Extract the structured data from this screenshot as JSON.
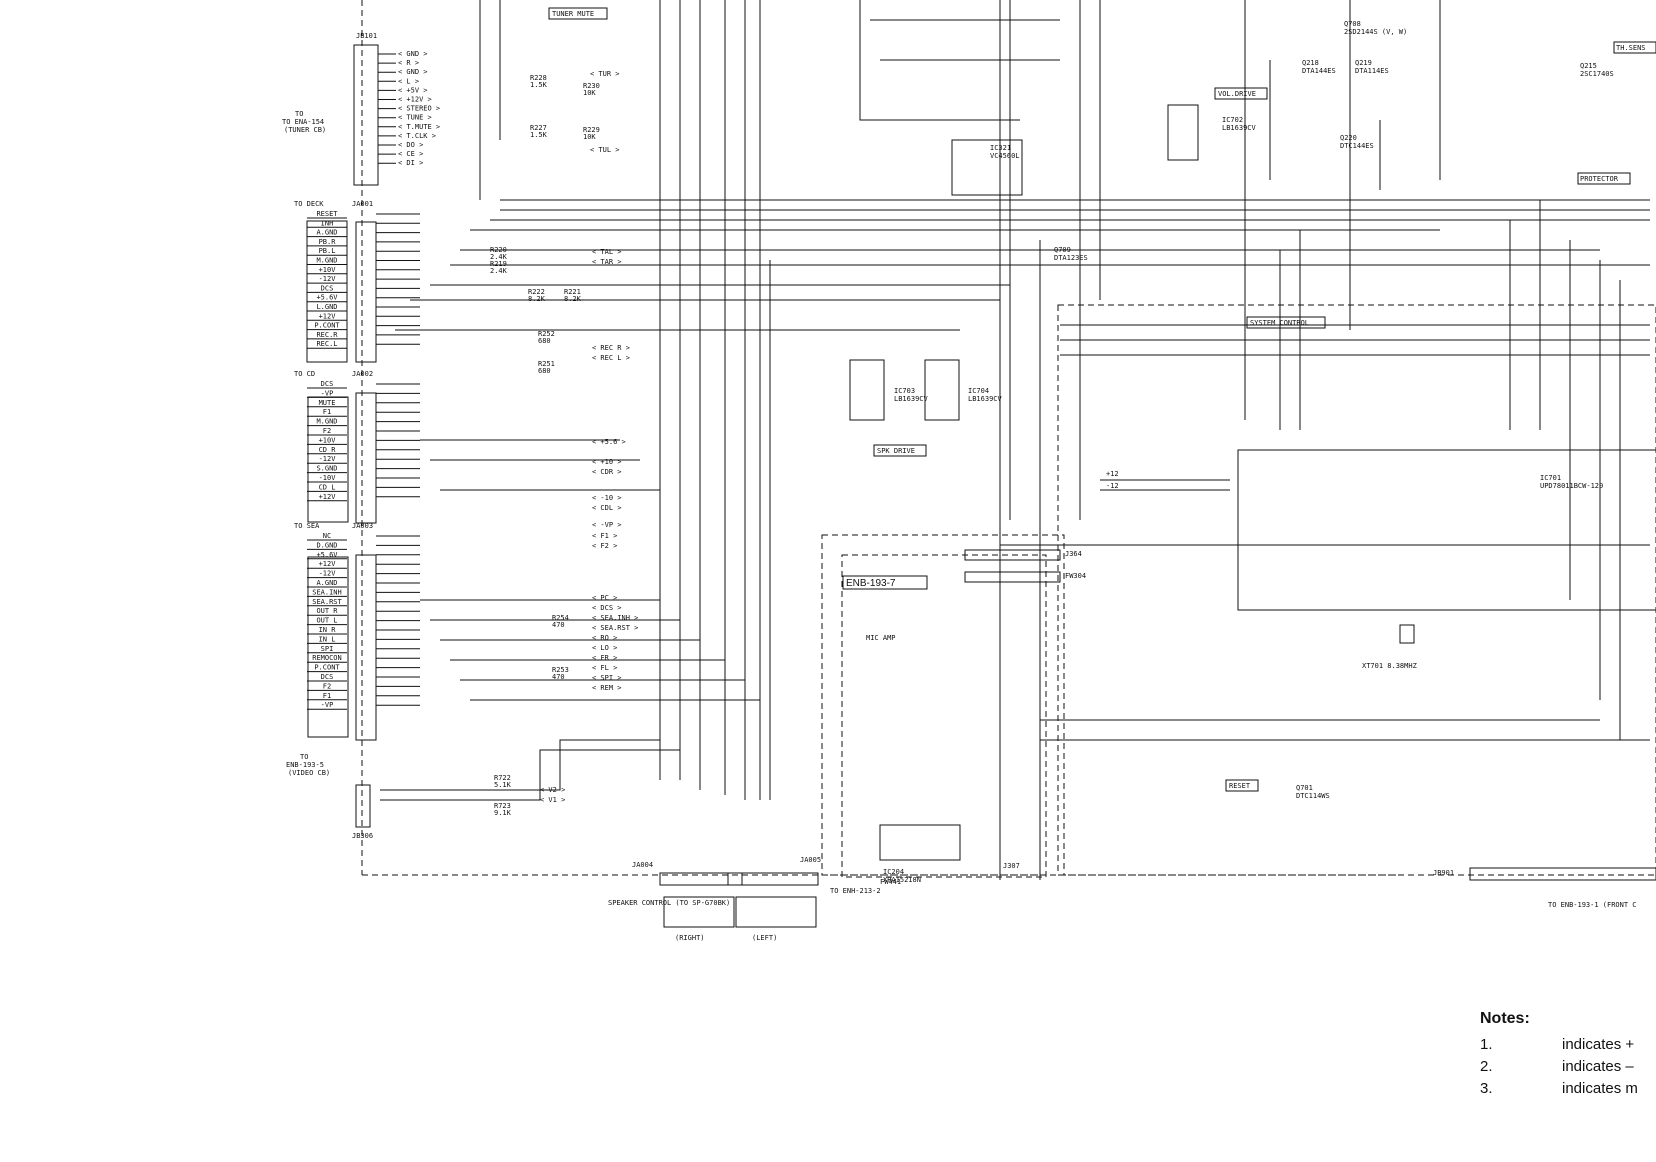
{
  "connectors": {
    "jb101": {
      "name": "JB101",
      "target": "TO ENA-154 (TUNER CB)",
      "pins": [
        "GND",
        "R",
        "GND",
        "L",
        "+5V",
        "+12V",
        "STEREO",
        "TUNE",
        "T.MUTE",
        "T.CLK",
        "DO",
        "CE",
        "DI"
      ]
    },
    "ja001": {
      "name": "JA001",
      "target": "TO DECK",
      "pins": [
        "RESET",
        "INH",
        "A.GND",
        "PB.R",
        "PB.L",
        "M.GND",
        "+10V",
        "-12V",
        "DCS",
        "+5.6V",
        "L.GND",
        "+12V",
        "P.CONT",
        "REC.R",
        "REC.L"
      ]
    },
    "ja002": {
      "name": "JA002",
      "target": "TO CD",
      "pins": [
        "DCS",
        "-VP",
        "MUTE",
        "F1",
        "M.GND",
        "F2",
        "+10V",
        "CD R",
        "-12V",
        "S.GND",
        "-10V",
        "CD L",
        "+12V"
      ]
    },
    "ja003": {
      "name": "JA003",
      "target": "TO SEA",
      "pins": [
        "NC",
        "D.GND",
        "+5.6V",
        "+12V",
        "-12V",
        "A.GND",
        "SEA.INH",
        "SEA.RST",
        "OUT R",
        "OUT L",
        "IN R",
        "IN L",
        "SPI",
        "REMOCON",
        "P.CONT",
        "DCS",
        "F2",
        "F1",
        "-VP"
      ]
    },
    "jb306": {
      "name": "JB306",
      "target": "TO ENB-193-5 (VIDEO CB)"
    },
    "ja004": {
      "name": "JA004"
    },
    "ja005": {
      "name": "JA005"
    },
    "jb901": {
      "name": "JB901",
      "target": "TO ENB-193-1 (FRONT C"
    }
  },
  "signals_left": [
    "GND",
    "TUR",
    "TUL",
    "TAL",
    "TAR",
    "REC R",
    "REC L",
    "+5.6",
    "+10",
    "CDR",
    "-10",
    "CDL",
    "-VP",
    "F1",
    "F2",
    "PC",
    "DCS",
    "SEA.INH",
    "SEA.RST",
    "RO",
    "LO",
    "FR",
    "FL",
    "SPI",
    "REM",
    "V2",
    "V1"
  ],
  "resistors": [
    "R228 1.5K",
    "R230 10K",
    "R227 1.5K",
    "R229 10K",
    "R220 2.4K",
    "R219 2.4K",
    "R222 8.2K",
    "R221 8.2K",
    "R252 680",
    "R251 680",
    "R254 470",
    "R253 470",
    "R722 5.1K",
    "R723 9.1K"
  ],
  "blocks": {
    "tuner_mute": "TUNER MUTE",
    "vol_drive": "VOL.DRIVE",
    "system_control": "SYSTEM CONTROL",
    "spk_drive": "SPK DRIVE",
    "protector": "PROTECTOR",
    "enb": "ENB-193-7",
    "mic_amp": "MIC AMP",
    "reset": "RESET",
    "th_sens": "TH.SENS"
  },
  "ics": [
    "IC702 LB1639CV",
    "IC703 LB1639CV",
    "IC704 LB1639CV",
    "IC701 UPD78011BCW-120",
    "IC204 XRA15218N",
    "IC321 VC4560L"
  ],
  "transistors": [
    "Q708 2SD2144S (V, W)",
    "Q218 DTA144ES",
    "Q219 DTA114ES",
    "Q220 DTC144ES",
    "Q709 DTA123ES",
    "Q701 DTC114WS",
    "Q215 2SC1740S"
  ],
  "misc": {
    "speaker_control": "SPEAKER CONTROL (TO SP-G70BK)",
    "right": "(RIGHT)",
    "left": "(LEFT)",
    "xt701": "XT701 8.38MHZ",
    "to_enh": "TO ENH-213-2",
    "fw441": "FW441",
    "j307": "J307",
    "j364": "J364",
    "fw304": "FW304",
    "plus12": "+12",
    "minus12": "-12"
  },
  "notes": {
    "title": "Notes:",
    "items": [
      {
        "num": "1.",
        "text": "indicates +"
      },
      {
        "num": "2.",
        "text": "indicates –"
      },
      {
        "num": "3.",
        "text": "indicates m"
      }
    ]
  }
}
